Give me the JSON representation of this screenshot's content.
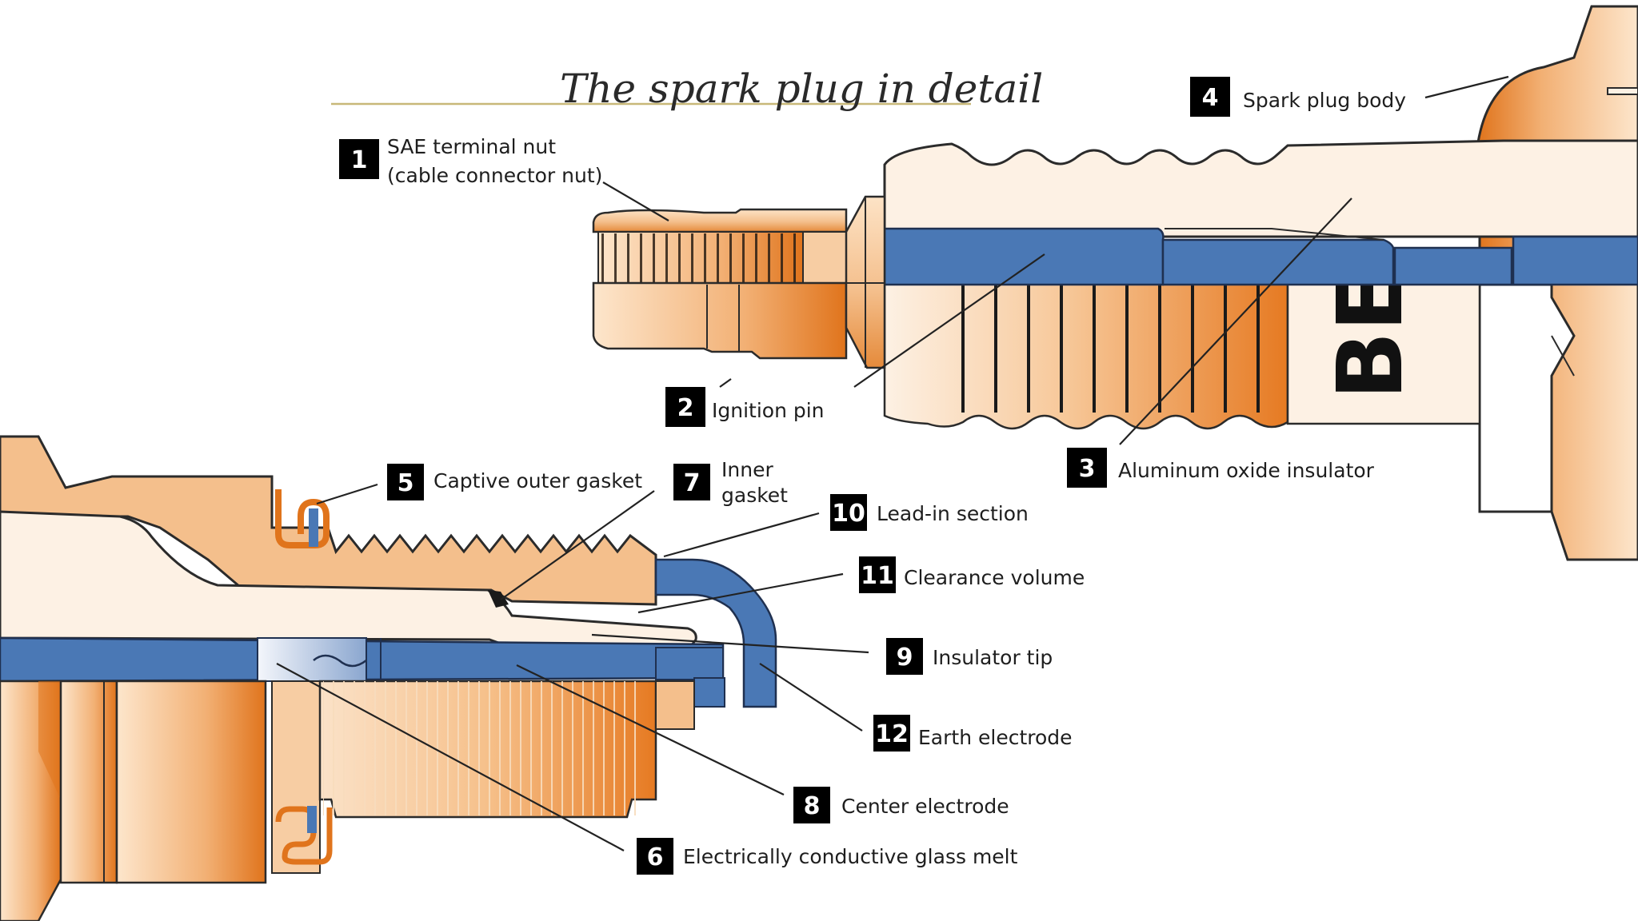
{
  "title": "The spark plug in detail",
  "mark": "BE",
  "colors": {
    "copper": "#f4bf8c",
    "copper_dark": "#e0741c",
    "insulator": "#fdf1e4",
    "electrode_blue": "#4a78b5",
    "badge": "#000000",
    "title_rule": "#c8b878"
  },
  "callouts": [
    {
      "id": "terminal-nut",
      "number": "1",
      "lines": [
        "SAE terminal nut",
        "(cable connector nut)"
      ]
    },
    {
      "id": "ignition-pin",
      "number": "2",
      "lines": [
        "Ignition pin"
      ]
    },
    {
      "id": "insulator",
      "number": "3",
      "lines": [
        "Aluminum oxide insulator"
      ]
    },
    {
      "id": "body",
      "number": "4",
      "lines": [
        "Spark plug body"
      ]
    },
    {
      "id": "outer-gasket",
      "number": "5",
      "lines": [
        "Captive outer gasket"
      ]
    },
    {
      "id": "glass-melt",
      "number": "6",
      "lines": [
        "Electrically conductive glass melt"
      ]
    },
    {
      "id": "inner-gasket",
      "number": "7",
      "lines": [
        "Inner",
        "gasket"
      ]
    },
    {
      "id": "center-electrode",
      "number": "8",
      "lines": [
        "Center electrode"
      ]
    },
    {
      "id": "insulator-tip",
      "number": "9",
      "lines": [
        "Insulator tip"
      ]
    },
    {
      "id": "lead-in",
      "number": "10",
      "lines": [
        "Lead-in section"
      ]
    },
    {
      "id": "clearance",
      "number": "11",
      "lines": [
        "Clearance volume"
      ]
    },
    {
      "id": "earth-electrode",
      "number": "12",
      "lines": [
        "Earth electrode"
      ]
    }
  ]
}
